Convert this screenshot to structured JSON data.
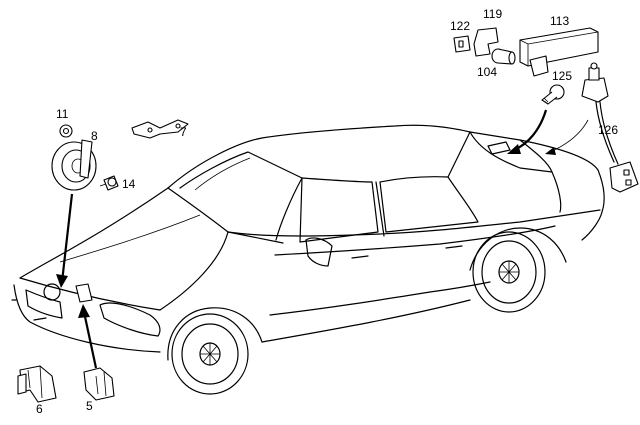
{
  "callouts": {
    "c122": "122",
    "c119": "119",
    "c113": "113",
    "c104": "104",
    "c125": "125",
    "c126": "126",
    "c11": "11",
    "c8": "8",
    "c7": "7",
    "c14": "14",
    "c6": "6",
    "c5": "5"
  },
  "parts": {
    "p122": "bracket",
    "p119": "bracket",
    "p113": "control-module",
    "p104": "sensor",
    "p125": "expansion-rivet",
    "p126": "hood-contact-switch",
    "p11": "nut",
    "p8": "horn",
    "p7": "mounting-plate",
    "p14": "screw",
    "p6": "bracket",
    "p5": "bracket"
  }
}
